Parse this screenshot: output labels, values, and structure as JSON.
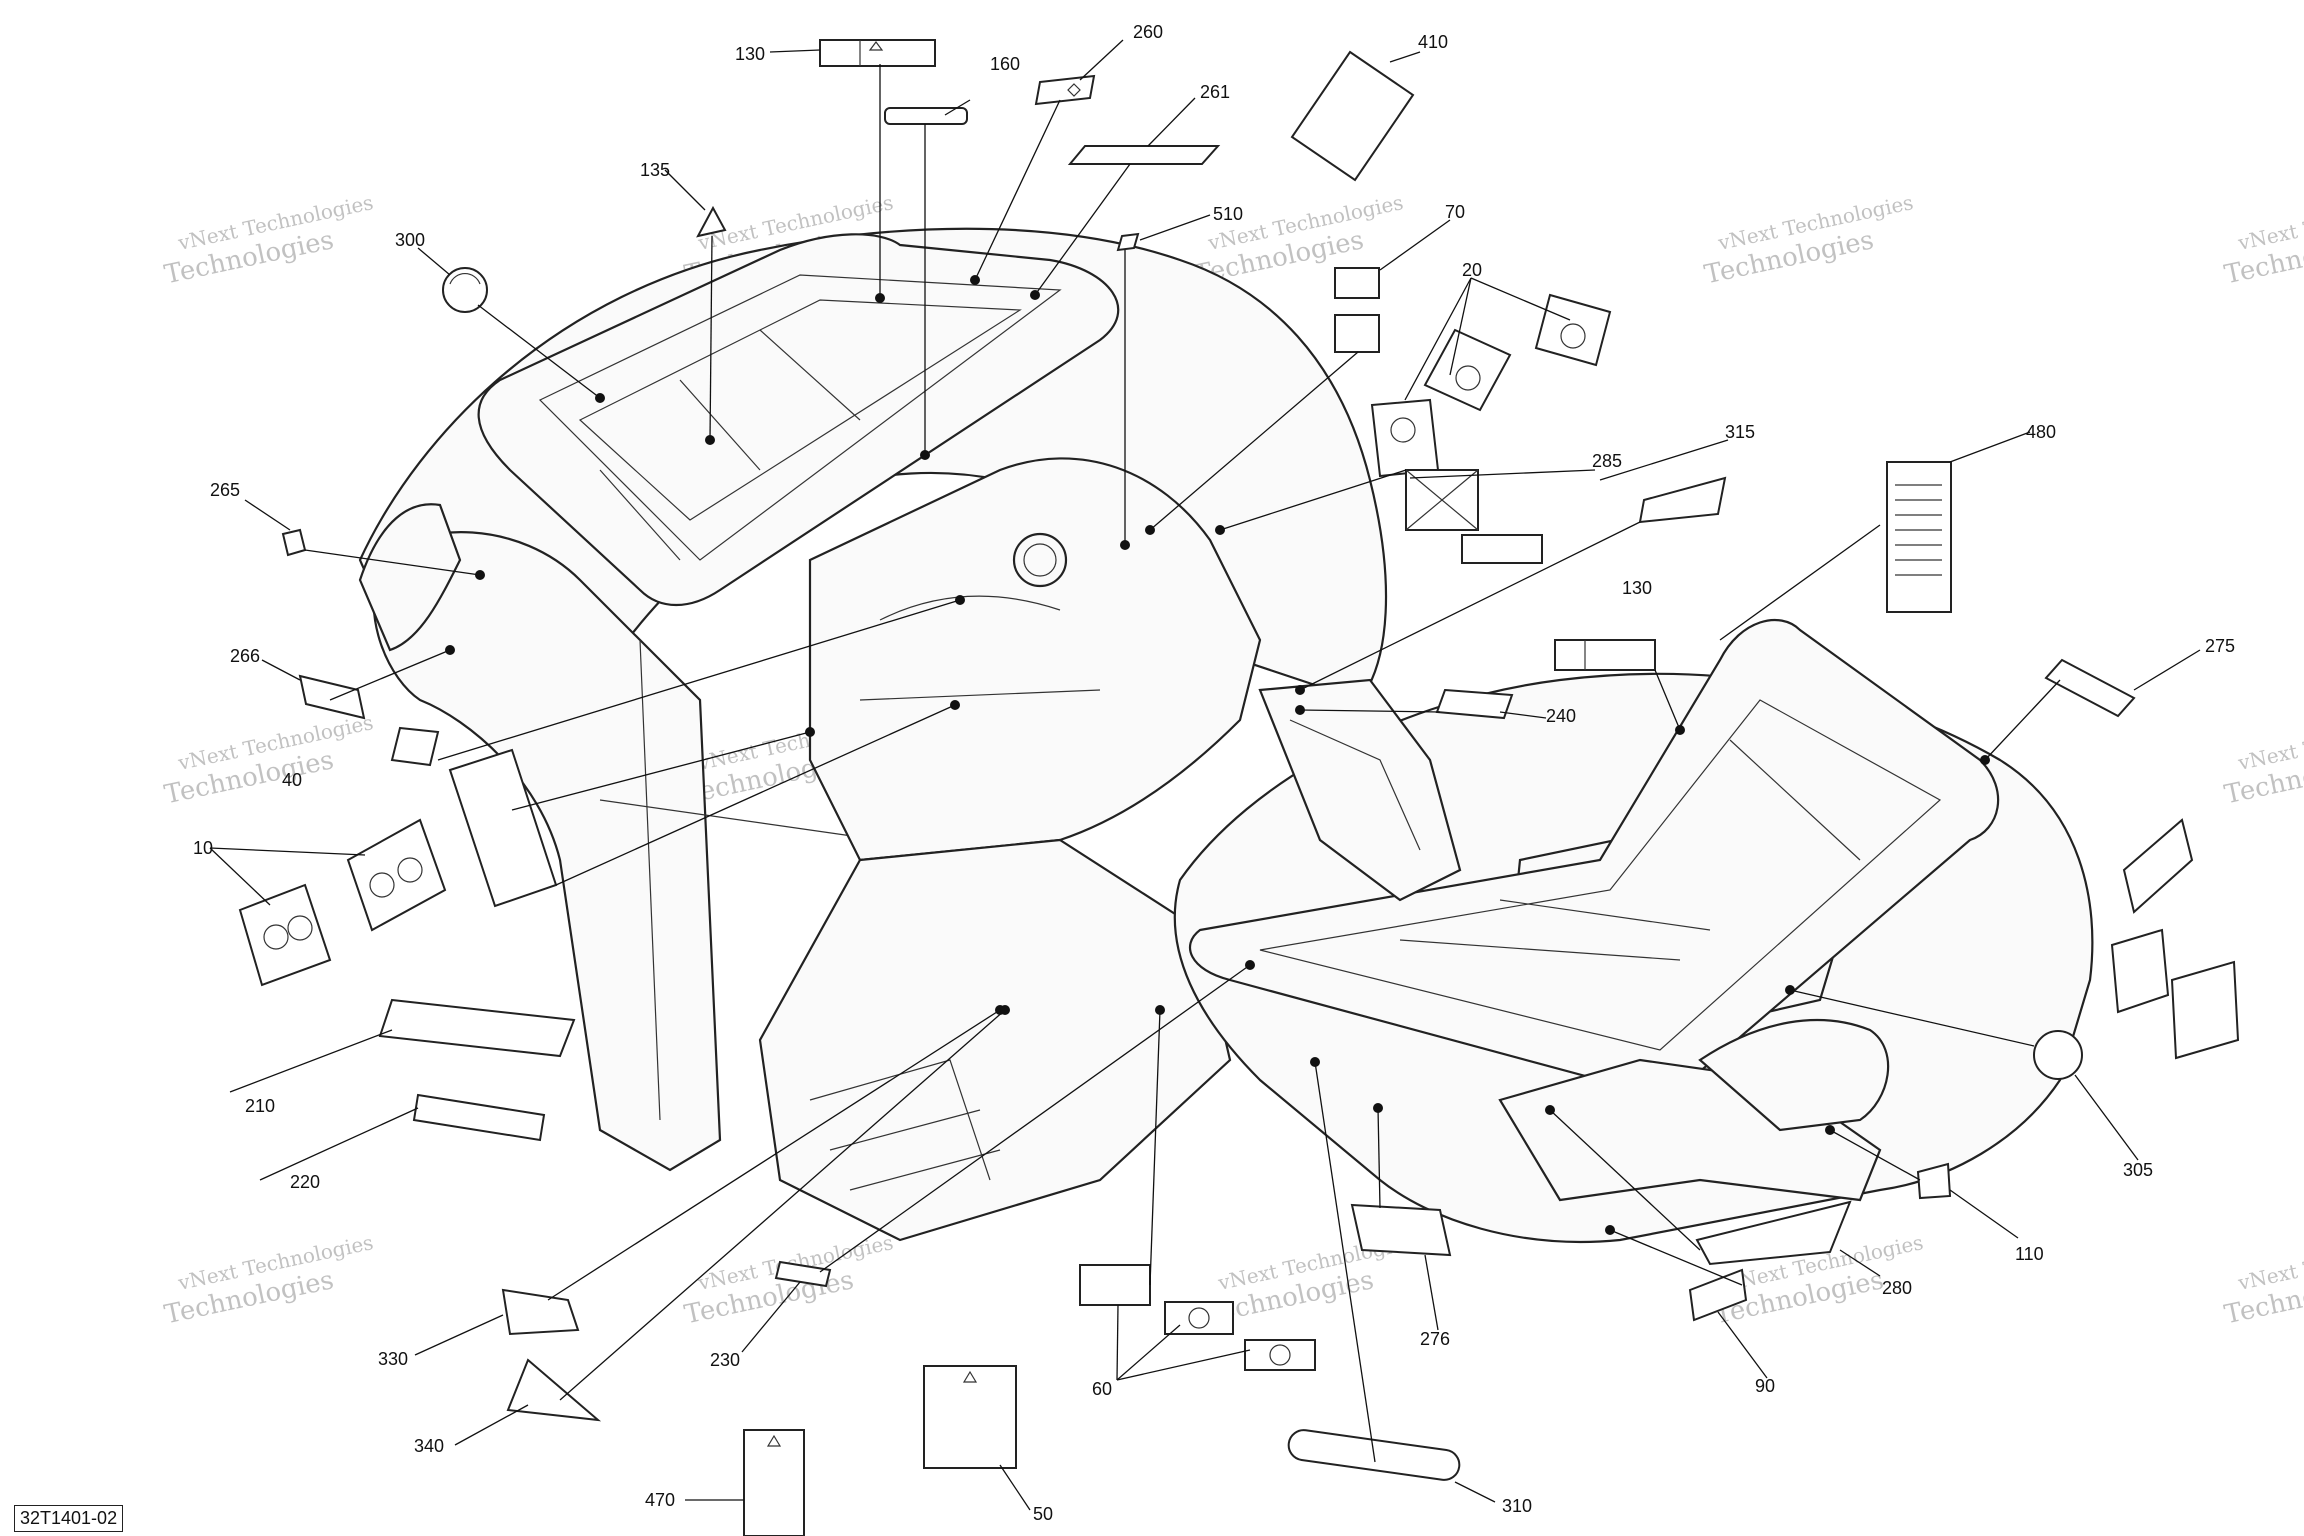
{
  "figure_id": "32T1401-02",
  "watermark": {
    "line1": "vNext Technologies",
    "line2": "Technologies"
  },
  "callouts": [
    {
      "key": "c130a",
      "label": "130"
    },
    {
      "key": "c160",
      "label": "160"
    },
    {
      "key": "c260",
      "label": "260"
    },
    {
      "key": "c261",
      "label": "261"
    },
    {
      "key": "c410",
      "label": "410"
    },
    {
      "key": "c135",
      "label": "135"
    },
    {
      "key": "c510",
      "label": "510"
    },
    {
      "key": "c70",
      "label": "70"
    },
    {
      "key": "c300",
      "label": "300"
    },
    {
      "key": "c20",
      "label": "20"
    },
    {
      "key": "c315",
      "label": "315"
    },
    {
      "key": "c480",
      "label": "480"
    },
    {
      "key": "c285",
      "label": "285"
    },
    {
      "key": "c265",
      "label": "265"
    },
    {
      "key": "c130b",
      "label": "130"
    },
    {
      "key": "c275",
      "label": "275"
    },
    {
      "key": "c266",
      "label": "266"
    },
    {
      "key": "c240",
      "label": "240"
    },
    {
      "key": "c40",
      "label": "40"
    },
    {
      "key": "c10",
      "label": "10"
    },
    {
      "key": "c210",
      "label": "210"
    },
    {
      "key": "c220",
      "label": "220"
    },
    {
      "key": "c305",
      "label": "305"
    },
    {
      "key": "c110",
      "label": "110"
    },
    {
      "key": "c280",
      "label": "280"
    },
    {
      "key": "c276",
      "label": "276"
    },
    {
      "key": "c330",
      "label": "330"
    },
    {
      "key": "c230",
      "label": "230"
    },
    {
      "key": "c90",
      "label": "90"
    },
    {
      "key": "c60",
      "label": "60"
    },
    {
      "key": "c340",
      "label": "340"
    },
    {
      "key": "c470",
      "label": "470"
    },
    {
      "key": "c50",
      "label": "50"
    },
    {
      "key": "c310",
      "label": "310"
    }
  ]
}
